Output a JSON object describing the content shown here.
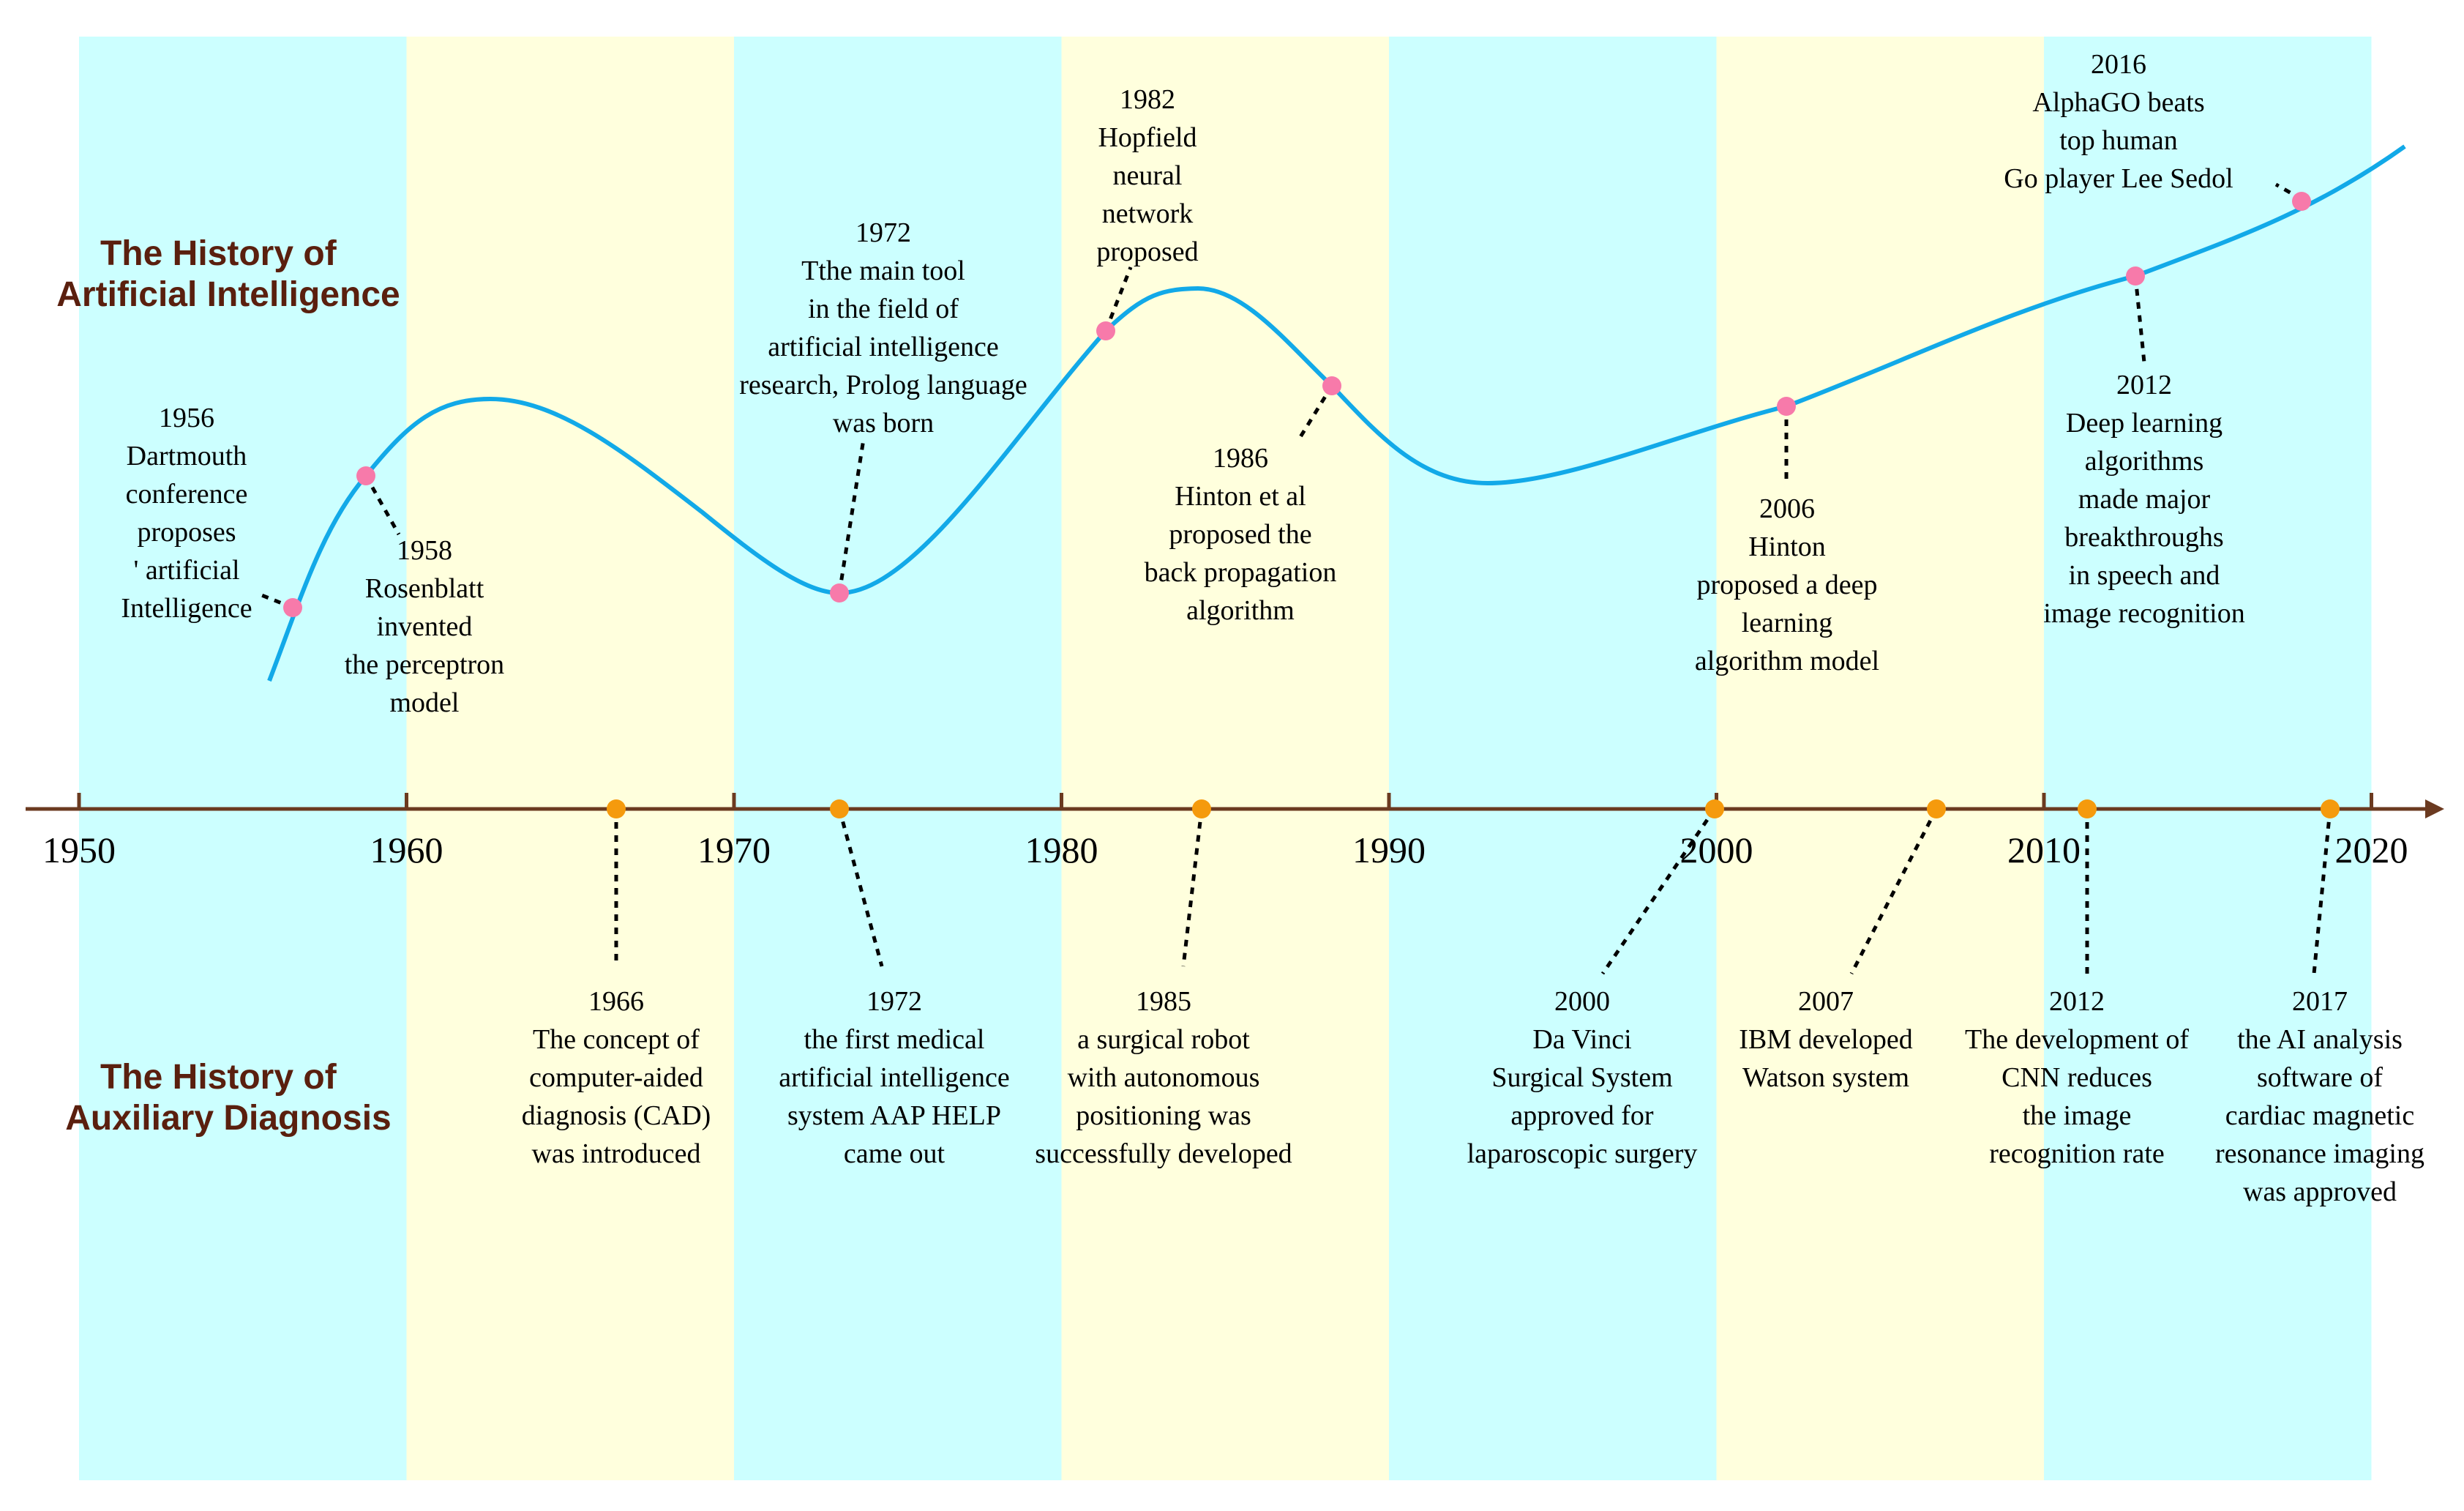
{
  "titles": {
    "ai_line1": "The History of",
    "ai_line2": "Artificial Intelligence",
    "dx_line1": "The History of",
    "dx_line2": "Auxiliary Diagnosis"
  },
  "axis": {
    "start_year": 1950,
    "end_year": 2020,
    "ticks": [
      "1950",
      "1960",
      "1970",
      "1980",
      "1990",
      "2000",
      "2010",
      "2020"
    ]
  },
  "colors": {
    "band_cyan": "#ccffff",
    "band_yellow": "#ffffdd",
    "axis": "#6b3a20",
    "curve": "#12a9e8",
    "ai_dot": "#f77aaa",
    "dx_dot": "#f59a0d",
    "title": "#5a1f0e"
  },
  "ai_events": [
    {
      "year": 1956,
      "lines": [
        "1956",
        "Dartmouth",
        "conference",
        "proposes",
        "' artificial",
        "Intelligence"
      ]
    },
    {
      "year": 1958,
      "lines": [
        "1958",
        "Rosenblatt",
        "invented",
        "the perceptron",
        "model"
      ]
    },
    {
      "year": 1972,
      "lines": [
        "1972",
        "Tthe main tool",
        "in the field of",
        "artificial intelligence",
        "research, Prolog language",
        "was born"
      ]
    },
    {
      "year": 1982,
      "lines": [
        "1982",
        "Hopfield",
        "neural",
        "network",
        "proposed"
      ]
    },
    {
      "year": 1986,
      "lines": [
        "1986",
        "Hinton et al",
        "proposed the",
        "back propagation",
        "algorithm"
      ]
    },
    {
      "year": 2006,
      "lines": [
        "2006",
        "Hinton",
        "proposed a deep",
        "learning",
        "algorithm model"
      ]
    },
    {
      "year": 2012,
      "lines": [
        "2012",
        "Deep learning",
        "algorithms",
        "made major",
        "breakthroughs",
        "in speech and",
        "image recognition"
      ]
    },
    {
      "year": 2016,
      "lines": [
        "2016",
        "AlphaGO beats",
        "top human",
        "Go player Lee Sedol"
      ]
    }
  ],
  "dx_events": [
    {
      "year": 1966,
      "lines": [
        "1966",
        "The concept of",
        "computer-aided",
        "diagnosis (CAD)",
        "was introduced"
      ]
    },
    {
      "year": 1972,
      "lines": [
        "1972",
        "the first medical",
        "artificial intelligence",
        "system AAP HELP",
        "came out"
      ]
    },
    {
      "year": 1985,
      "lines": [
        "1985",
        "a surgical robot",
        "with autonomous",
        "positioning was",
        "successfully developed"
      ]
    },
    {
      "year": 2000,
      "lines": [
        "2000",
        "Da Vinci",
        "Surgical System",
        "approved for",
        "laparoscopic surgery"
      ]
    },
    {
      "year": 2007,
      "lines": [
        "2007",
        "IBM developed",
        "Watson system"
      ]
    },
    {
      "year": 2012,
      "lines": [
        "2012",
        "The development of",
        "CNN  reduces",
        "the image",
        "recognition rate"
      ]
    },
    {
      "year": 2017,
      "lines": [
        "2017",
        "the AI analysis",
        "software of",
        "cardiac magnetic",
        "resonance imaging",
        "was approved"
      ]
    }
  ]
}
